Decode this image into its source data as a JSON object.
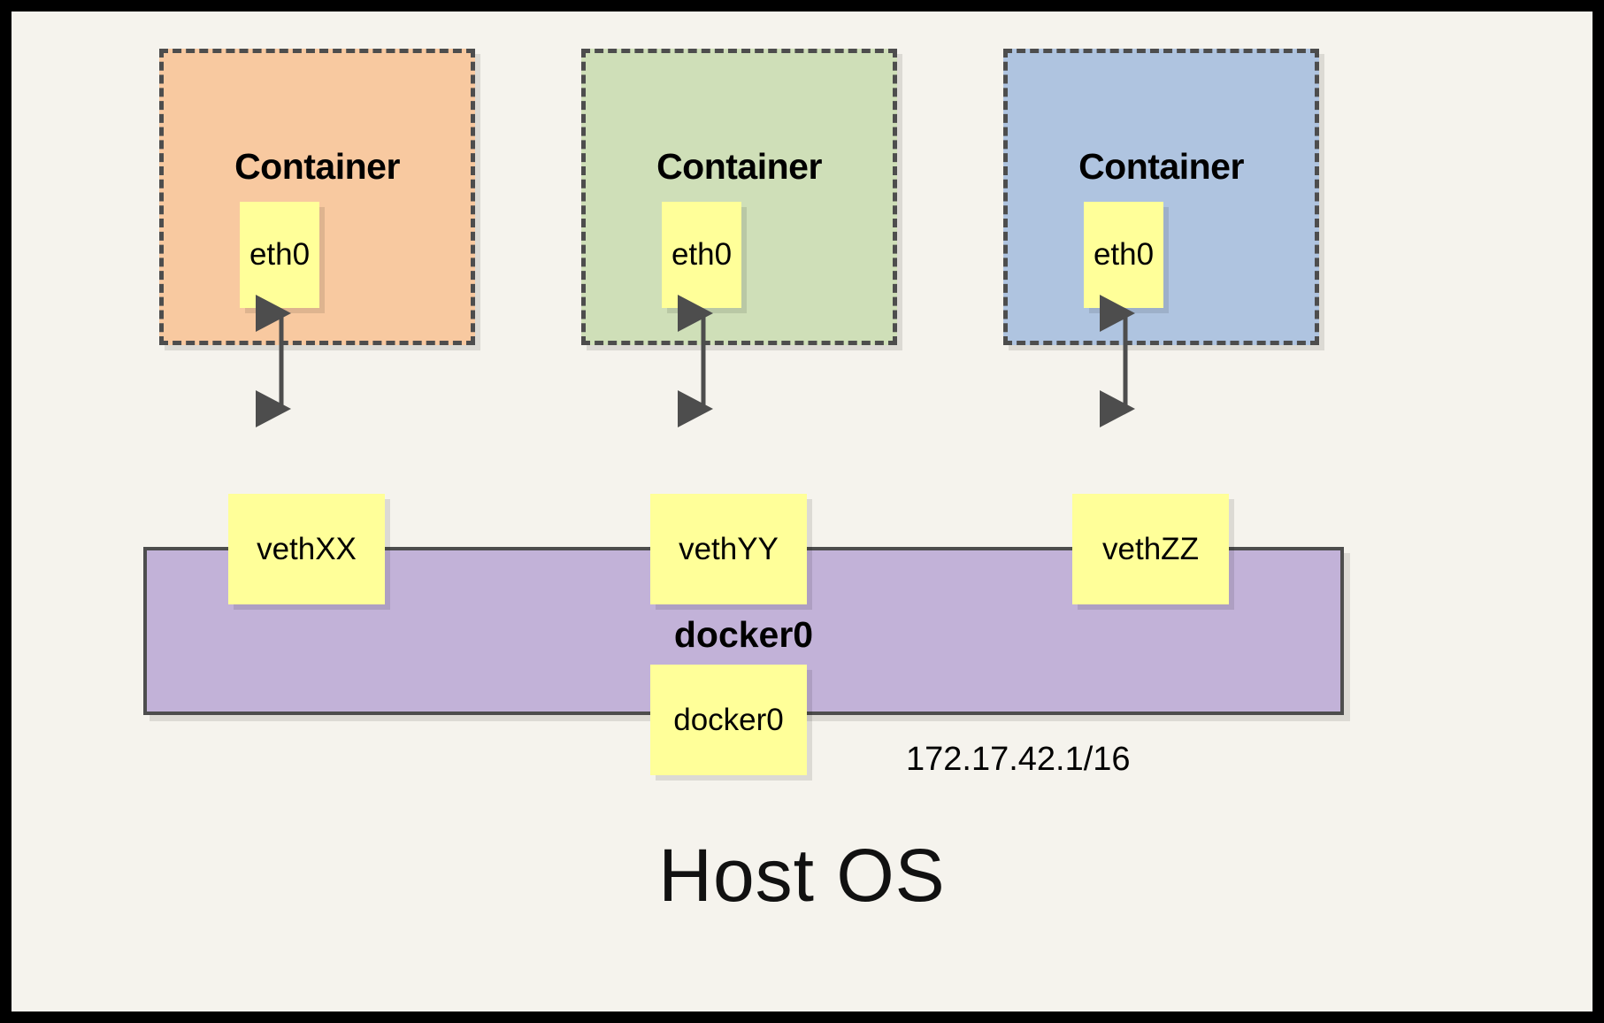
{
  "diagram": {
    "title_bottom": "Host OS",
    "background_color": "#f5f3ed",
    "frame_color": "#000000"
  },
  "containers": [
    {
      "label": "Container",
      "fill": "#f8c9a0",
      "border_color": "#4d4d4d",
      "interface": {
        "label": "eth0",
        "fill": "#ffff99"
      },
      "veth": {
        "label": "vethXX",
        "fill": "#ffff99"
      }
    },
    {
      "label": "Container",
      "fill": "#cfdfb8",
      "border_color": "#4d4d4d",
      "interface": {
        "label": "eth0",
        "fill": "#ffff99"
      },
      "veth": {
        "label": "vethYY",
        "fill": "#ffff99"
      }
    },
    {
      "label": "Container",
      "fill": "#afc4e0",
      "border_color": "#4d4d4d",
      "interface": {
        "label": "eth0",
        "fill": "#ffff99"
      },
      "veth": {
        "label": "vethZZ",
        "fill": "#ffff99"
      }
    }
  ],
  "bridge": {
    "label": "docker0",
    "fill": "#c2b2d8",
    "border_color": "#4d4d4d",
    "interface": {
      "label": "docker0",
      "fill": "#ffff99"
    },
    "ip_address": "172.17.42.1/16"
  },
  "arrows": {
    "color": "#4d4d4d",
    "style": "double-headed-vertical",
    "count": 3
  }
}
